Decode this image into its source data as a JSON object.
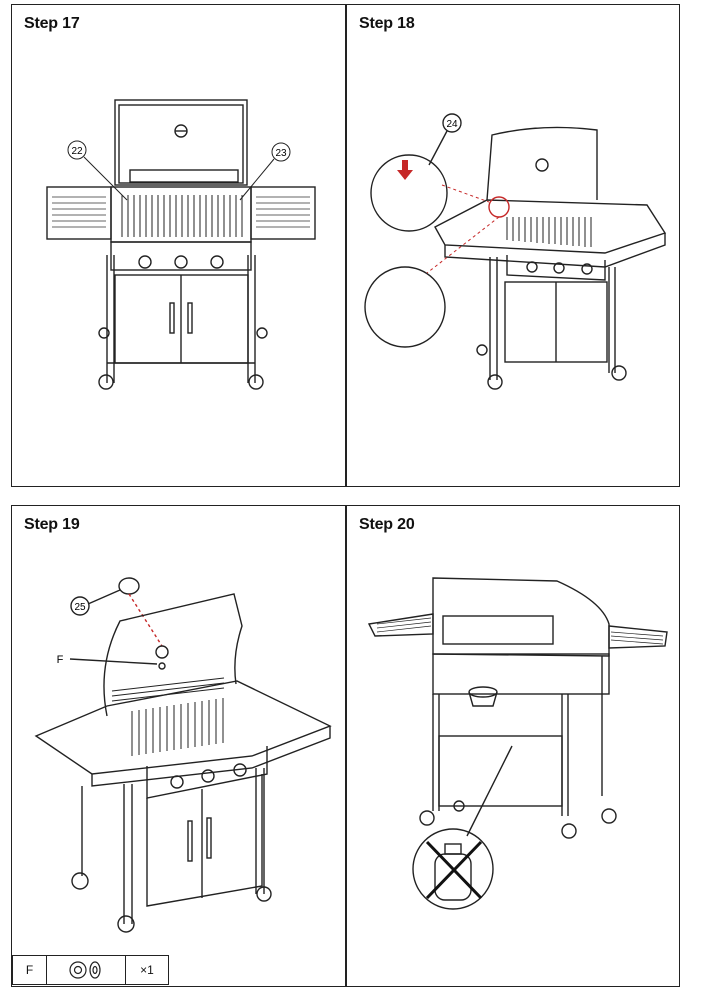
{
  "steps": [
    {
      "title": "Step 17",
      "callouts": [
        "22",
        "23"
      ]
    },
    {
      "title": "Step 18",
      "callouts": [
        "24"
      ]
    },
    {
      "title": "Step 19",
      "callouts": [
        "25",
        "F"
      ]
    },
    {
      "title": "Step 20",
      "callouts": []
    }
  ],
  "parts_table": {
    "part_letter": "F",
    "part_icon": "washer-icon",
    "quantity": "×1"
  }
}
